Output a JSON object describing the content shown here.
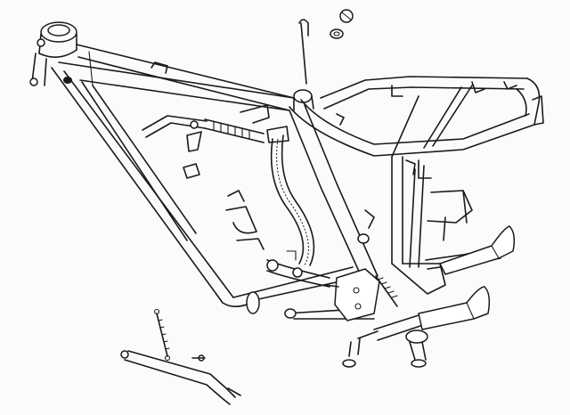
{
  "diagram": {
    "kind": "exploded-line-drawing",
    "subject_parts": [
      "main-frame",
      "steering-head",
      "rear-subframe",
      "oil-pipe",
      "oil-filler-cap",
      "dipstick",
      "side-stand",
      "stand-spring",
      "footrests",
      "brake-pedal"
    ],
    "colors": {
      "line": "#1a1a1a",
      "paper": "#fbfbf9"
    }
  }
}
